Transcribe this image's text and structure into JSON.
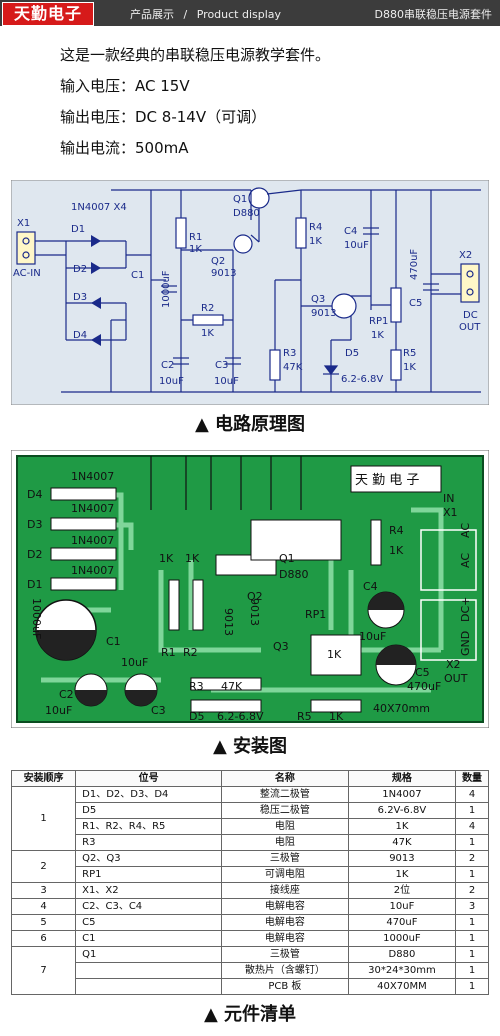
{
  "header": {
    "logo": "天勤电子",
    "nav_product": "产品展示",
    "nav_sep": "/",
    "nav_display": "Product display",
    "page_title": "D880串联稳压电源套件"
  },
  "intro": {
    "line1": "这是一款经典的串联稳压电源教学套件。",
    "line2": "输入电压：AC 15V",
    "line3": "输出电压：DC 8-14V（可调）",
    "line4": "输出电流：500mA"
  },
  "schematic": {
    "caption": "▲ 电路原理图",
    "x1": "X1",
    "acin": "AC-IN",
    "diode_ref": "1N4007 X4",
    "d1": "D1",
    "d2": "D2",
    "d3": "D3",
    "d4": "D4",
    "c1": "C1",
    "c1v": "1000uF",
    "c2": "C2",
    "c2v": "10uF",
    "c3": "C3",
    "c3v": "10uF",
    "r1": "R1",
    "r1v": "1K",
    "r2": "R2",
    "r2v": "1K",
    "q1": "Q1",
    "q1v": "D880",
    "q2": "Q2",
    "q2v": "9013",
    "r3": "R3",
    "r3v": "47K",
    "r4": "R4",
    "r4v": "1K",
    "c4": "C4",
    "c4v": "10uF",
    "q3": "Q3",
    "q3v": "9013",
    "d5": "D5",
    "d5v": "6.2-6.8V",
    "rp1": "RP1",
    "rp1v": "1K",
    "r5": "R5",
    "r5v": "1K",
    "c5": "C5",
    "c5v": "470uF",
    "x2": "X2",
    "dc": "DC",
    "out": "OUT"
  },
  "pcb": {
    "caption": "▲ 安装图",
    "brand": "天 勤 电 子",
    "n1": "1N4007",
    "n2": "1N4007",
    "n3": "1N4007",
    "n4": "1N4007",
    "d4": "D4",
    "d3": "D3",
    "d2": "D2",
    "d1": "D1",
    "c1": "C1",
    "c1v": "1000uF",
    "r1k1": "1K",
    "r1k2": "1K",
    "q1": "Q1",
    "q1v": "D880",
    "r4": "R4",
    "r4v": "1K",
    "in": "IN",
    "x1": "X1",
    "ac1": "AC",
    "ac2": "AC",
    "dcp": "DC+",
    "gnd": "GND",
    "q3v": "9013",
    "q2v": "9013",
    "q2": "Q2",
    "q3": "Q3",
    "rp1": "RP1",
    "rp1v": "1K",
    "c4": "C4",
    "c4v": "10uF",
    "c5": "C5",
    "c5v": "470uF",
    "x2": "X2",
    "out": "OUT",
    "r1": "R1",
    "r2": "R2",
    "c2": "C2",
    "c2v": "10uF",
    "c3v": "10uF",
    "c3": "C3",
    "r3": "R3",
    "r3v": "47K",
    "d5": "D5",
    "d5v": "6.2-6.8V",
    "r5": "R5",
    "r5v": "1K",
    "size": "40X70mm"
  },
  "bom": {
    "caption": "▲ 元件清单",
    "headers": [
      "安装顺序",
      "位号",
      "名称",
      "规格",
      "数量"
    ],
    "rows": [
      {
        "order": "1",
        "span": 4,
        "ref": "D1、D2、D3、D4",
        "name": "整流二极管",
        "spec": "1N4007",
        "qty": "4"
      },
      {
        "ref": "D5",
        "name": "稳压二极管",
        "spec": "6.2V-6.8V",
        "qty": "1"
      },
      {
        "ref": "R1、R2、R4、R5",
        "name": "电阻",
        "spec": "1K",
        "qty": "4"
      },
      {
        "ref": "R3",
        "name": "电阻",
        "spec": "47K",
        "qty": "1"
      },
      {
        "order": "2",
        "span": 2,
        "ref": "Q2、Q3",
        "name": "三极管",
        "spec": "9013",
        "qty": "2"
      },
      {
        "ref": "RP1",
        "name": "可调电阻",
        "spec": "1K",
        "qty": "1"
      },
      {
        "order": "3",
        "span": 1,
        "ref": "X1、X2",
        "name": "接线座",
        "spec": "2位",
        "qty": "2"
      },
      {
        "order": "4",
        "span": 1,
        "ref": "C2、C3、C4",
        "name": "电解电容",
        "spec": "10uF",
        "qty": "3"
      },
      {
        "order": "5",
        "span": 1,
        "ref": "C5",
        "name": "电解电容",
        "spec": "470uF",
        "qty": "1"
      },
      {
        "order": "6",
        "span": 1,
        "ref": "C1",
        "name": "电解电容",
        "spec": "1000uF",
        "qty": "1"
      },
      {
        "order": "7",
        "span": 3,
        "ref": "Q1",
        "name": "三极管",
        "spec": "D880",
        "qty": "1"
      },
      {
        "ref": "",
        "name": "散热片（含螺钉）",
        "spec": "30*24*30mm",
        "qty": "1"
      },
      {
        "ref": "",
        "name": "PCB 板",
        "spec": "40X70MM",
        "qty": "1"
      }
    ]
  }
}
